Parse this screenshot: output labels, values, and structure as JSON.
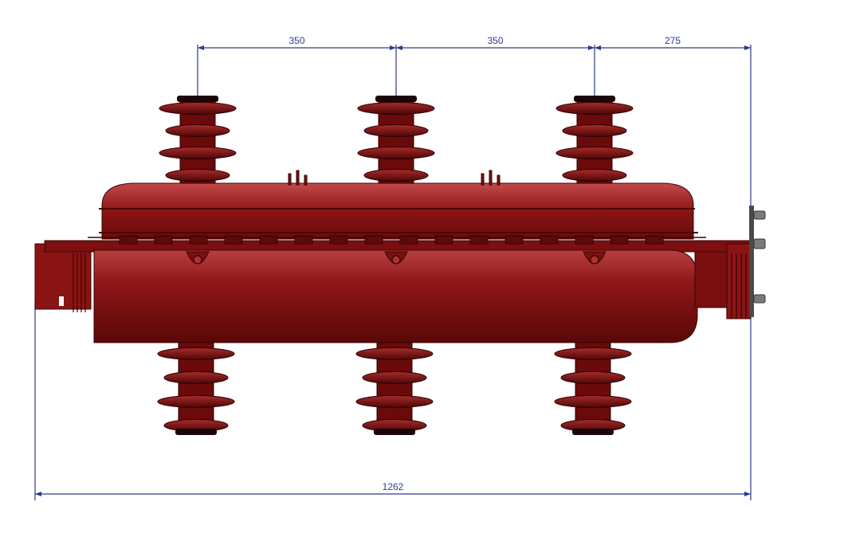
{
  "colors": {
    "dimension": "#2e3a8c",
    "body": "#8a1414",
    "body_dark": "#5e0909",
    "body_light": "#b83a3a",
    "insulator_tip": "#1a0606",
    "terminal": "#6e6e6e",
    "background": "#ffffff"
  },
  "dimensions": {
    "top": [
      "350",
      "350",
      "275"
    ],
    "overall": "1262"
  }
}
